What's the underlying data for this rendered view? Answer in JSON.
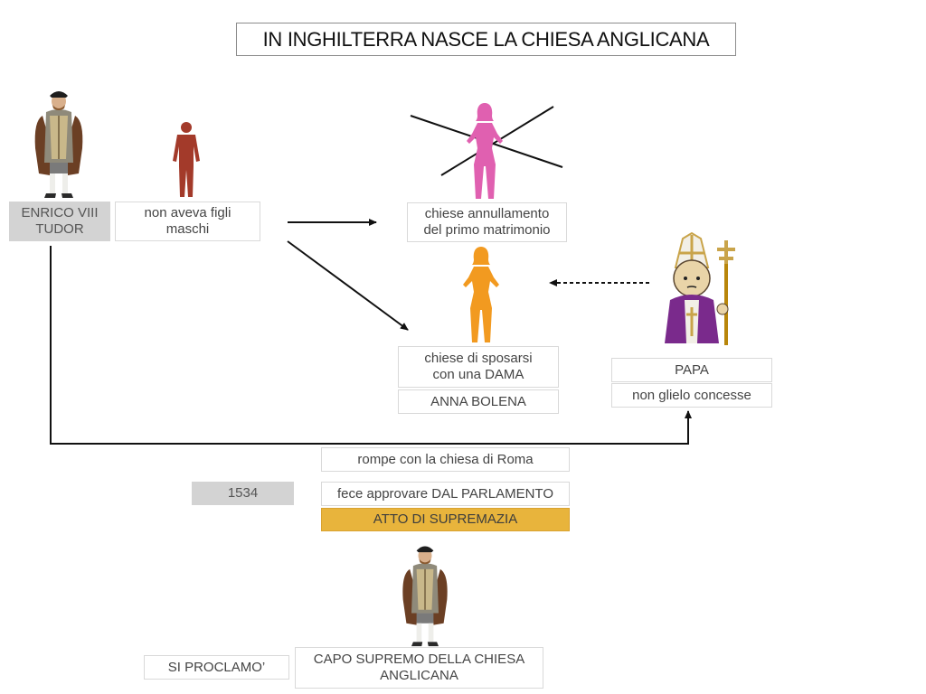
{
  "title": "IN INGHILTERRA NASCE LA CHIESA ANGLICANA",
  "king": {
    "label": "ENRICO VIII\nTUDOR"
  },
  "no_sons": {
    "label": "non aveva figli\nmaschi"
  },
  "annulment": {
    "label": "chiese annullamento\ndel primo matrimonio"
  },
  "marry": {
    "label": "chiese di sposarsi\ncon una DAMA"
  },
  "anna": {
    "label": "ANNA BOLENA"
  },
  "pope": {
    "label": "PAPA",
    "refused": "non glielo concesse"
  },
  "rome": {
    "label": "rompe con la chiesa di Roma"
  },
  "year": {
    "label": "1534"
  },
  "parliament": {
    "label": "fece approvare DAL PARLAMENTO"
  },
  "act": {
    "label": "ATTO DI SUPREMAZIA"
  },
  "proclaimed": {
    "label": "SI PROCLAMO’"
  },
  "head": {
    "label": "CAPO SUPREMO DELLA CHIESA\nANGLICANA"
  },
  "colors": {
    "male_figure": "#a33a2a",
    "crossed_woman": "#e060b0",
    "anna_figure": "#f29a20",
    "act_fill": "#e8b43c",
    "pope_robe": "#7a2a8c"
  },
  "icons": [
    "henry-viii-portrait",
    "man-silhouette",
    "woman-silhouette-crossed",
    "woman-silhouette",
    "pope-figure"
  ]
}
